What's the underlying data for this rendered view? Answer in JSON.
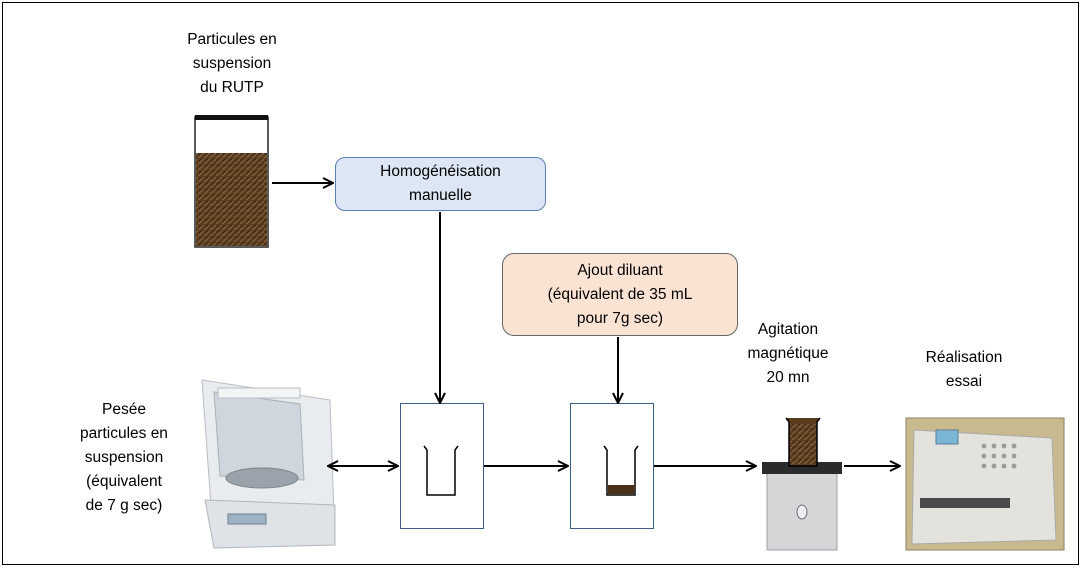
{
  "labels": {
    "particles": "Particules en\nsuspension\ndu RUTP",
    "weighing": "Pesée\nparticules en\nsuspension\n(équivalent\nde 7 g sec)",
    "agitation": "Agitation\nmagnétique\n20 mn",
    "realisation": "Réalisation\nessai"
  },
  "boxes": {
    "homogenisation": "Homogénéisation\nmanuelle",
    "diluant": "Ajout diluant\n(équivalent  de 35 mL\npour 7g sec)"
  },
  "colors": {
    "homogenisation_fill": "#dce6f4",
    "diluant_fill": "#fbe3d3",
    "beaker_frame": "#3e5f8a",
    "arrow": "#000000"
  }
}
